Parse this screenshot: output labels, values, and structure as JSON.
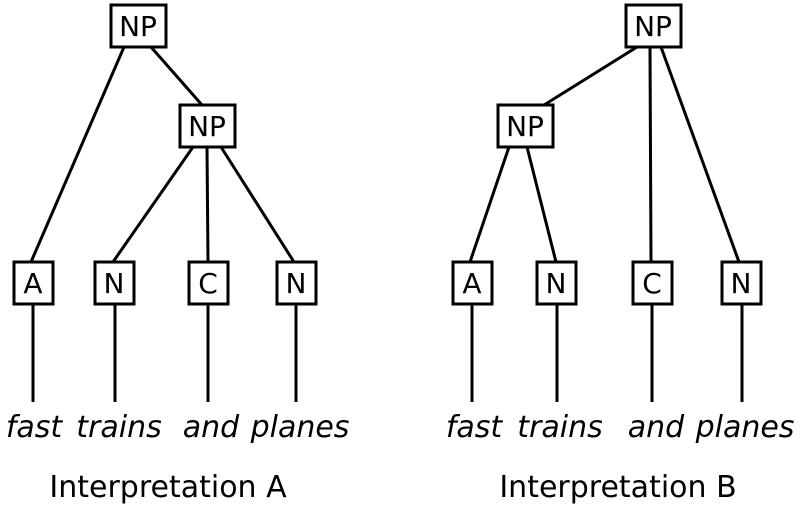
{
  "diagram": {
    "colors": {
      "line": "#000000",
      "background": "#ffffff"
    },
    "trees": [
      {
        "caption": "Interpretation A",
        "root_label": "NP",
        "inner_label": "NP",
        "leaves": [
          "A",
          "N",
          "C",
          "N"
        ],
        "words": [
          "fast",
          "trains",
          "and",
          "planes"
        ]
      },
      {
        "caption": "Interpretation B",
        "root_label": "NP",
        "inner_label": "NP",
        "leaves": [
          "A",
          "N",
          "C",
          "N"
        ],
        "words": [
          "fast",
          "trains",
          "and",
          "planes"
        ]
      }
    ]
  }
}
